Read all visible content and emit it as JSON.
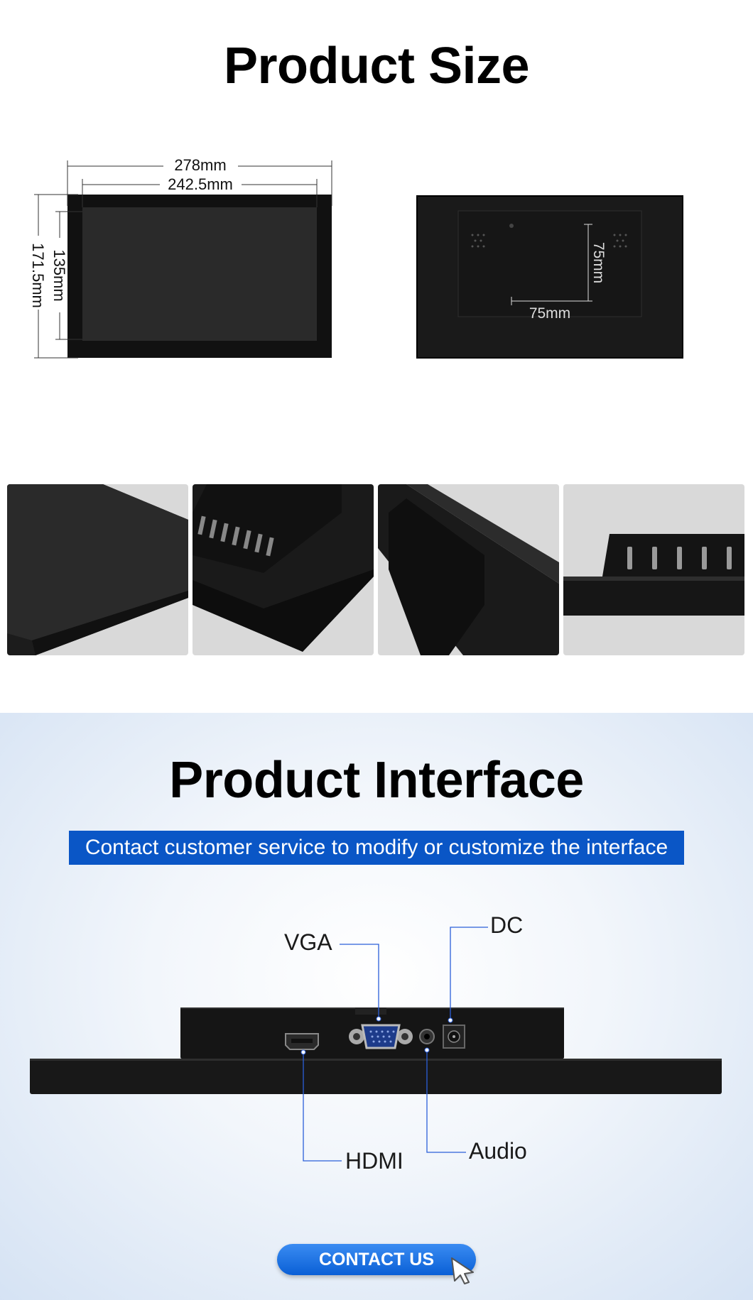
{
  "size_section": {
    "title": "Product Size",
    "dims": {
      "outer_width": "278mm",
      "screen_width": "242.5mm",
      "screen_height": "135mm",
      "outer_height": "171.5mm",
      "vesa_horizontal": "75mm",
      "vesa_vertical": "75mm"
    }
  },
  "interface_section": {
    "title": "Product Interface",
    "banner": "Contact customer service to modify or customize the interface",
    "ports": {
      "vga": "VGA",
      "dc": "DC",
      "hdmi": "HDMI",
      "audio": "Audio"
    },
    "contact_button": "CONTACT US"
  },
  "colors": {
    "banner_bg": "#0a56c6",
    "leader_line": "#2b5fd9",
    "device": "#151515"
  }
}
